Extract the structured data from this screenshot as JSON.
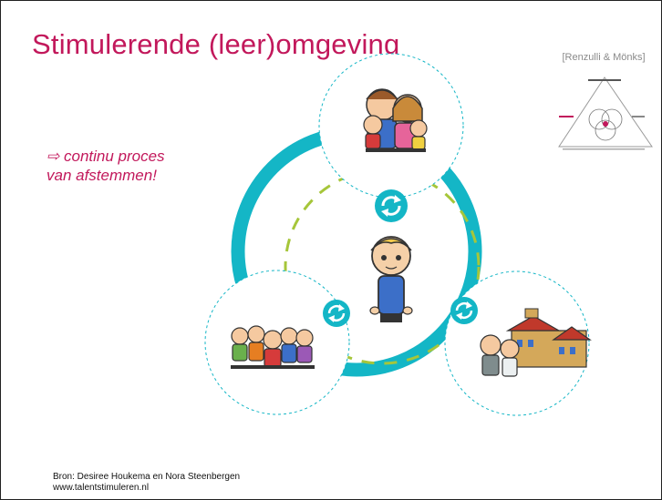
{
  "slide": {
    "title": "Stimulerende (leer)omgeving",
    "tagline": {
      "arrow": "⇨",
      "line1": "continu proces",
      "line2": "van afstemmen!"
    },
    "reference": "[Renzulli & Mönks]",
    "source": {
      "line1": "Bron: Desiree Houkema en Nora Steenbergen",
      "line2": "www.talentstimuleren.nl"
    }
  },
  "diagram": {
    "nodes": [
      "parents-family",
      "peers-group",
      "school"
    ],
    "center": "child",
    "colors": {
      "ring": "#14b6c6",
      "dashed_ring": "#a6c63a",
      "title": "#c2185b",
      "sync_badge": "#14b6c6"
    }
  }
}
